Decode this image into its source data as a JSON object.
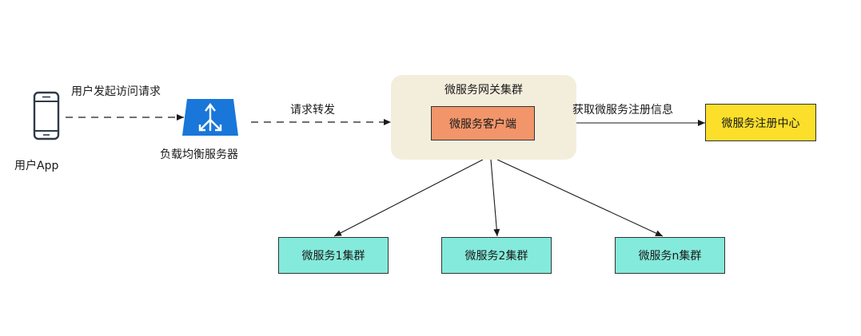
{
  "user": {
    "icon": "smartphone-icon",
    "label": "用户App"
  },
  "load_balancer": {
    "icon": "load-balancer-icon",
    "label": "负载均衡服务器",
    "color": "#1877d9"
  },
  "gateway": {
    "title": "微服务网关集群",
    "client_label": "微服务客户端",
    "bg_color": "#f3eedc",
    "client_color": "#f2956a"
  },
  "registry": {
    "label": "微服务注册中心",
    "color": "#fbdf2a"
  },
  "services": [
    {
      "label": "微服务1集群"
    },
    {
      "label": "微服务2集群"
    },
    {
      "label": "微服务n集群"
    }
  ],
  "service_color": "#84eadb",
  "edges": {
    "user_to_lb": "用户发起访问请求",
    "lb_to_gateway": "请求转发",
    "client_to_registry": "获取微服务注册信息"
  }
}
